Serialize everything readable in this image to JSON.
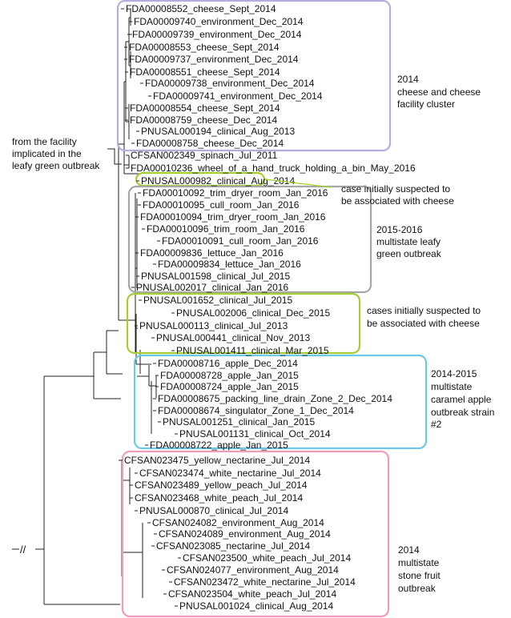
{
  "tree": {
    "break_mark": "//",
    "leaves": [
      "FDA00008552_cheese_Sept_2014",
      "FDA00009740_environment_Dec_2014",
      "FDA00009739_environment_Dec_2014",
      "FDA00008553_cheese_Sept_2014",
      "FDA00009737_environment_Dec_2014",
      "FDA00008551_cheese_Sept_2014",
      "FDA00009738_environment_Dec_2014",
      "FDA00009741_environment_Dec_2014",
      "FDA00008554_cheese_Sept_2014",
      "FDA00008759_cheese_Dec_2014",
      "PNUSAL000194_clinical_Aug_2013",
      "FDA00008758_cheese_Dec_2014",
      "CFSAN002349_spinach_Jul_2011",
      "FDA00010236_wheel_of_a_hand_truck_holding_a_bin_May_2016",
      "PNUSAL000982_clinical_Aug_2014",
      "FDA00010092_trim_dryer_room_Jan_2016",
      "FDA00010095_cull_room_Jan_2016",
      "FDA00010094_trim_dryer_room_Jan_2016",
      "FDA00010096_trim_room_Jan_2016",
      "FDA00010091_cull_room_Jan_2016",
      "FDA00009836_lettuce_Jan_2016",
      "FDA00009834_lettuce_Jan_2016",
      "PNUSAL001598_clinical_Jul_2015",
      "PNUSAL002017_clinical_Jan_2016",
      "PNUSAL001652_clinical_Jul_2015",
      "PNUSAL002006_clinical_Dec_2015",
      "PNUSAL000113_clinical_Jul_2013",
      "PNUSAL000441_clinical_Nov_2013",
      "PNUSAL001411_clinical_Mar_2015",
      "FDA00008716_apple_Dec_2014",
      "FDA00008728_apple_Jan_2015",
      "FDA00008724_apple_Jan_2015",
      "FDA00008675_packing_line_drain_Zone_2_Dec_2014",
      "FDA00008674_singulator_Zone_1_Dec_2014",
      "PNUSAL001251_clinical_Jan_2015",
      "PNUSAL001131_clinical_Oct_2014",
      "FDA00008722_apple_Jan_2015",
      "CFSAN023475_yellow_nectarine_Jul_2014",
      "CFSAN023474_white_nectarine_Jul_2014",
      "CFSAN023489_yellow_peach_Jul_2014",
      "CFSAN023468_white_peach_Jul_2014",
      "PNUSAL000870_clinical_Jul_2014",
      "CFSAN024082_environment_Aug_2014",
      "CFSAN024089_environment_Aug_2014",
      "CFSAN023085_nectarine_Jul_2014",
      "CFSAN023500_white_peach_Jul_2014",
      "CFSAN024077_environment_Aug_2014",
      "CFSAN023472_white_nectarine_Jul_2014",
      "CFSAN023504_white_peach_Jul_2014",
      "PNUSAL001024_clinical_Aug_2014"
    ]
  },
  "clusters": [
    {
      "color": "#b3aee0",
      "label": [
        "2014",
        "cheese and cheese",
        "facility cluster"
      ]
    },
    {
      "color": "#a5cf2e",
      "label": [
        "case initially suspected to",
        "be associated with cheese"
      ]
    },
    {
      "color": "#a6a6a6",
      "label": [
        "2015-2016",
        "multistate leafy",
        "green outbreak"
      ]
    },
    {
      "color": "#a5cf2e",
      "label": [
        "cases initially suspected to",
        "be associated with cheese"
      ]
    },
    {
      "color": "#6ec8e8",
      "label": [
        "2014-2015",
        "multistate",
        "caramel apple",
        "outbreak strain",
        "#2"
      ]
    },
    {
      "color": "#ef9dbd",
      "label": [
        "2014",
        "multistate",
        "stone fruit",
        "outbreak"
      ]
    }
  ],
  "facility_note": [
    "from the facility",
    "implicated in the",
    "leafy green outbreak"
  ]
}
